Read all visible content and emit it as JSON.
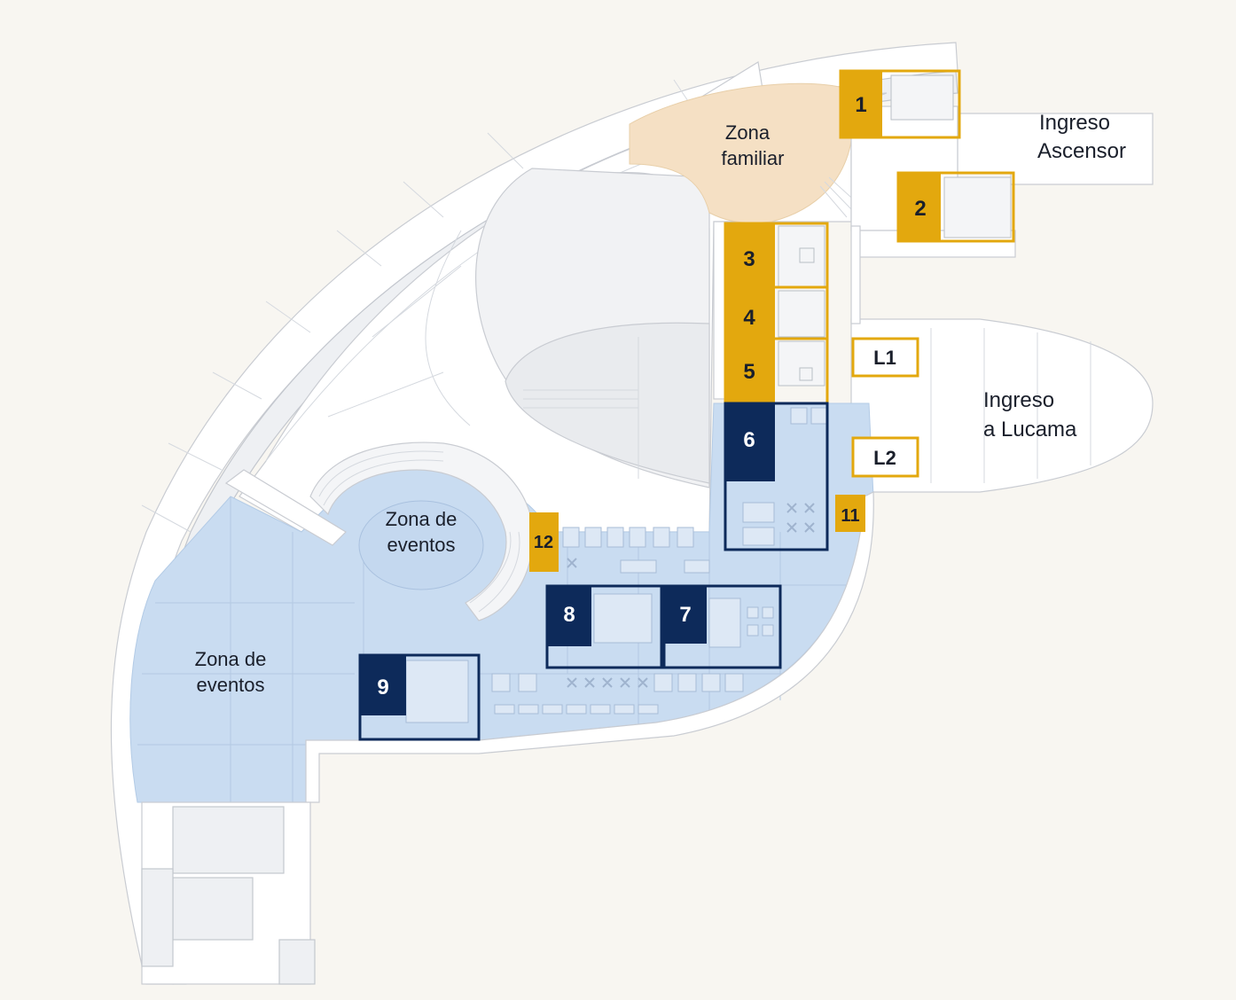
{
  "zones": {
    "familiar": [
      "Zona",
      "familiar"
    ],
    "eventos_center": [
      "Zona de",
      "eventos"
    ],
    "eventos_left": [
      "Zona de",
      "eventos"
    ],
    "ingreso_ascensor": [
      "Ingreso",
      "Ascensor"
    ],
    "ingreso_lucama": [
      "Ingreso",
      "a Lucama"
    ]
  },
  "markers": {
    "m1": "1",
    "m2": "2",
    "m3": "3",
    "m4": "4",
    "m5": "5",
    "m6": "6",
    "m7": "7",
    "m8": "8",
    "m9": "9",
    "m11": "11",
    "m12": "12",
    "l1": "L1",
    "l2": "L2"
  },
  "colors": {
    "gold": "#e3a80e",
    "navy": "#0d2a5a",
    "blue_zone": "#c9dcf1",
    "family_zone": "#f5e0c4"
  }
}
